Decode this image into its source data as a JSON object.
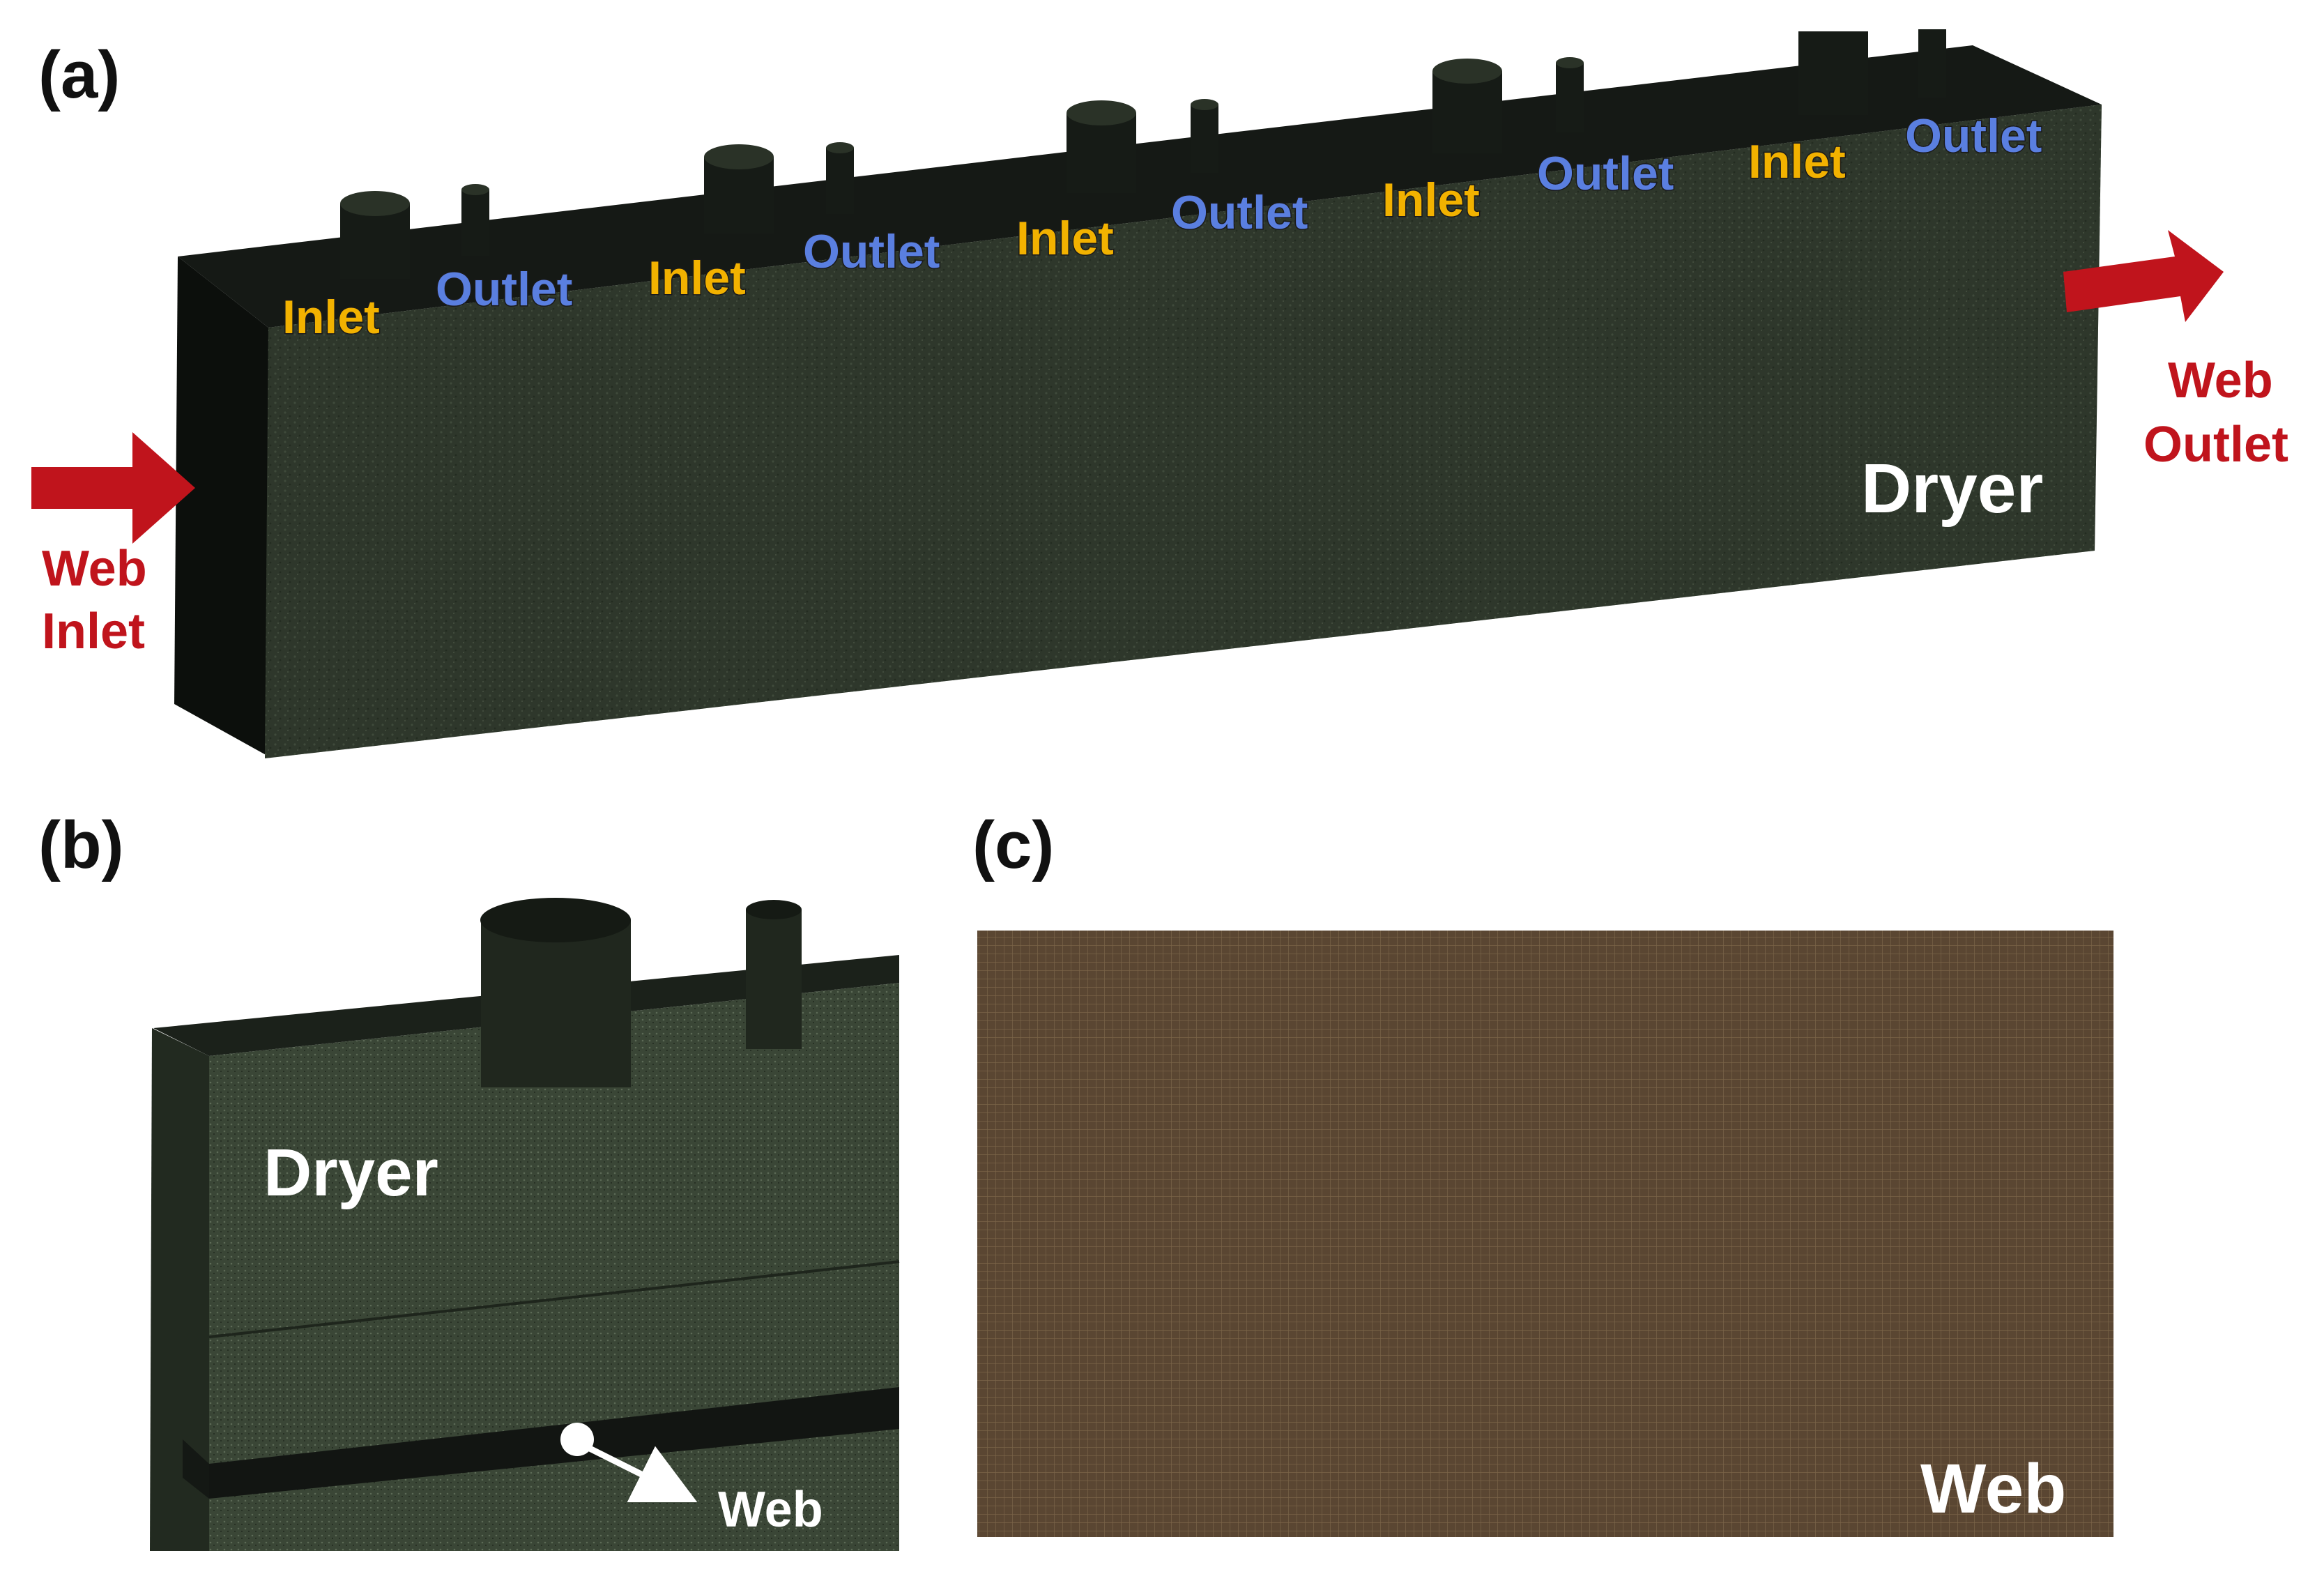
{
  "panels": {
    "a": "(a)",
    "b": "(b)",
    "c": "(c)"
  },
  "ports": [
    {
      "inlet": "Inlet",
      "outlet": "Outlet"
    },
    {
      "inlet": "Inlet",
      "outlet": "Outlet"
    },
    {
      "inlet": "Inlet",
      "outlet": "Outlet"
    },
    {
      "inlet": "Inlet",
      "outlet": "Outlet"
    },
    {
      "inlet": "Inlet",
      "outlet": "Outlet"
    }
  ],
  "web_inlet": [
    "Web",
    "Inlet"
  ],
  "web_outlet": [
    "Web",
    "Outlet"
  ],
  "dryer_a": "Dryer",
  "dryer_b": "Dryer",
  "web_b": "Web",
  "web_c": "Web",
  "colors": {
    "inlet_text": "#f2b200",
    "outlet_text": "#5a7fe0",
    "arrow": "#c0141c",
    "mesh": "#2f3a2c",
    "web_mesh": "#5a4632"
  }
}
